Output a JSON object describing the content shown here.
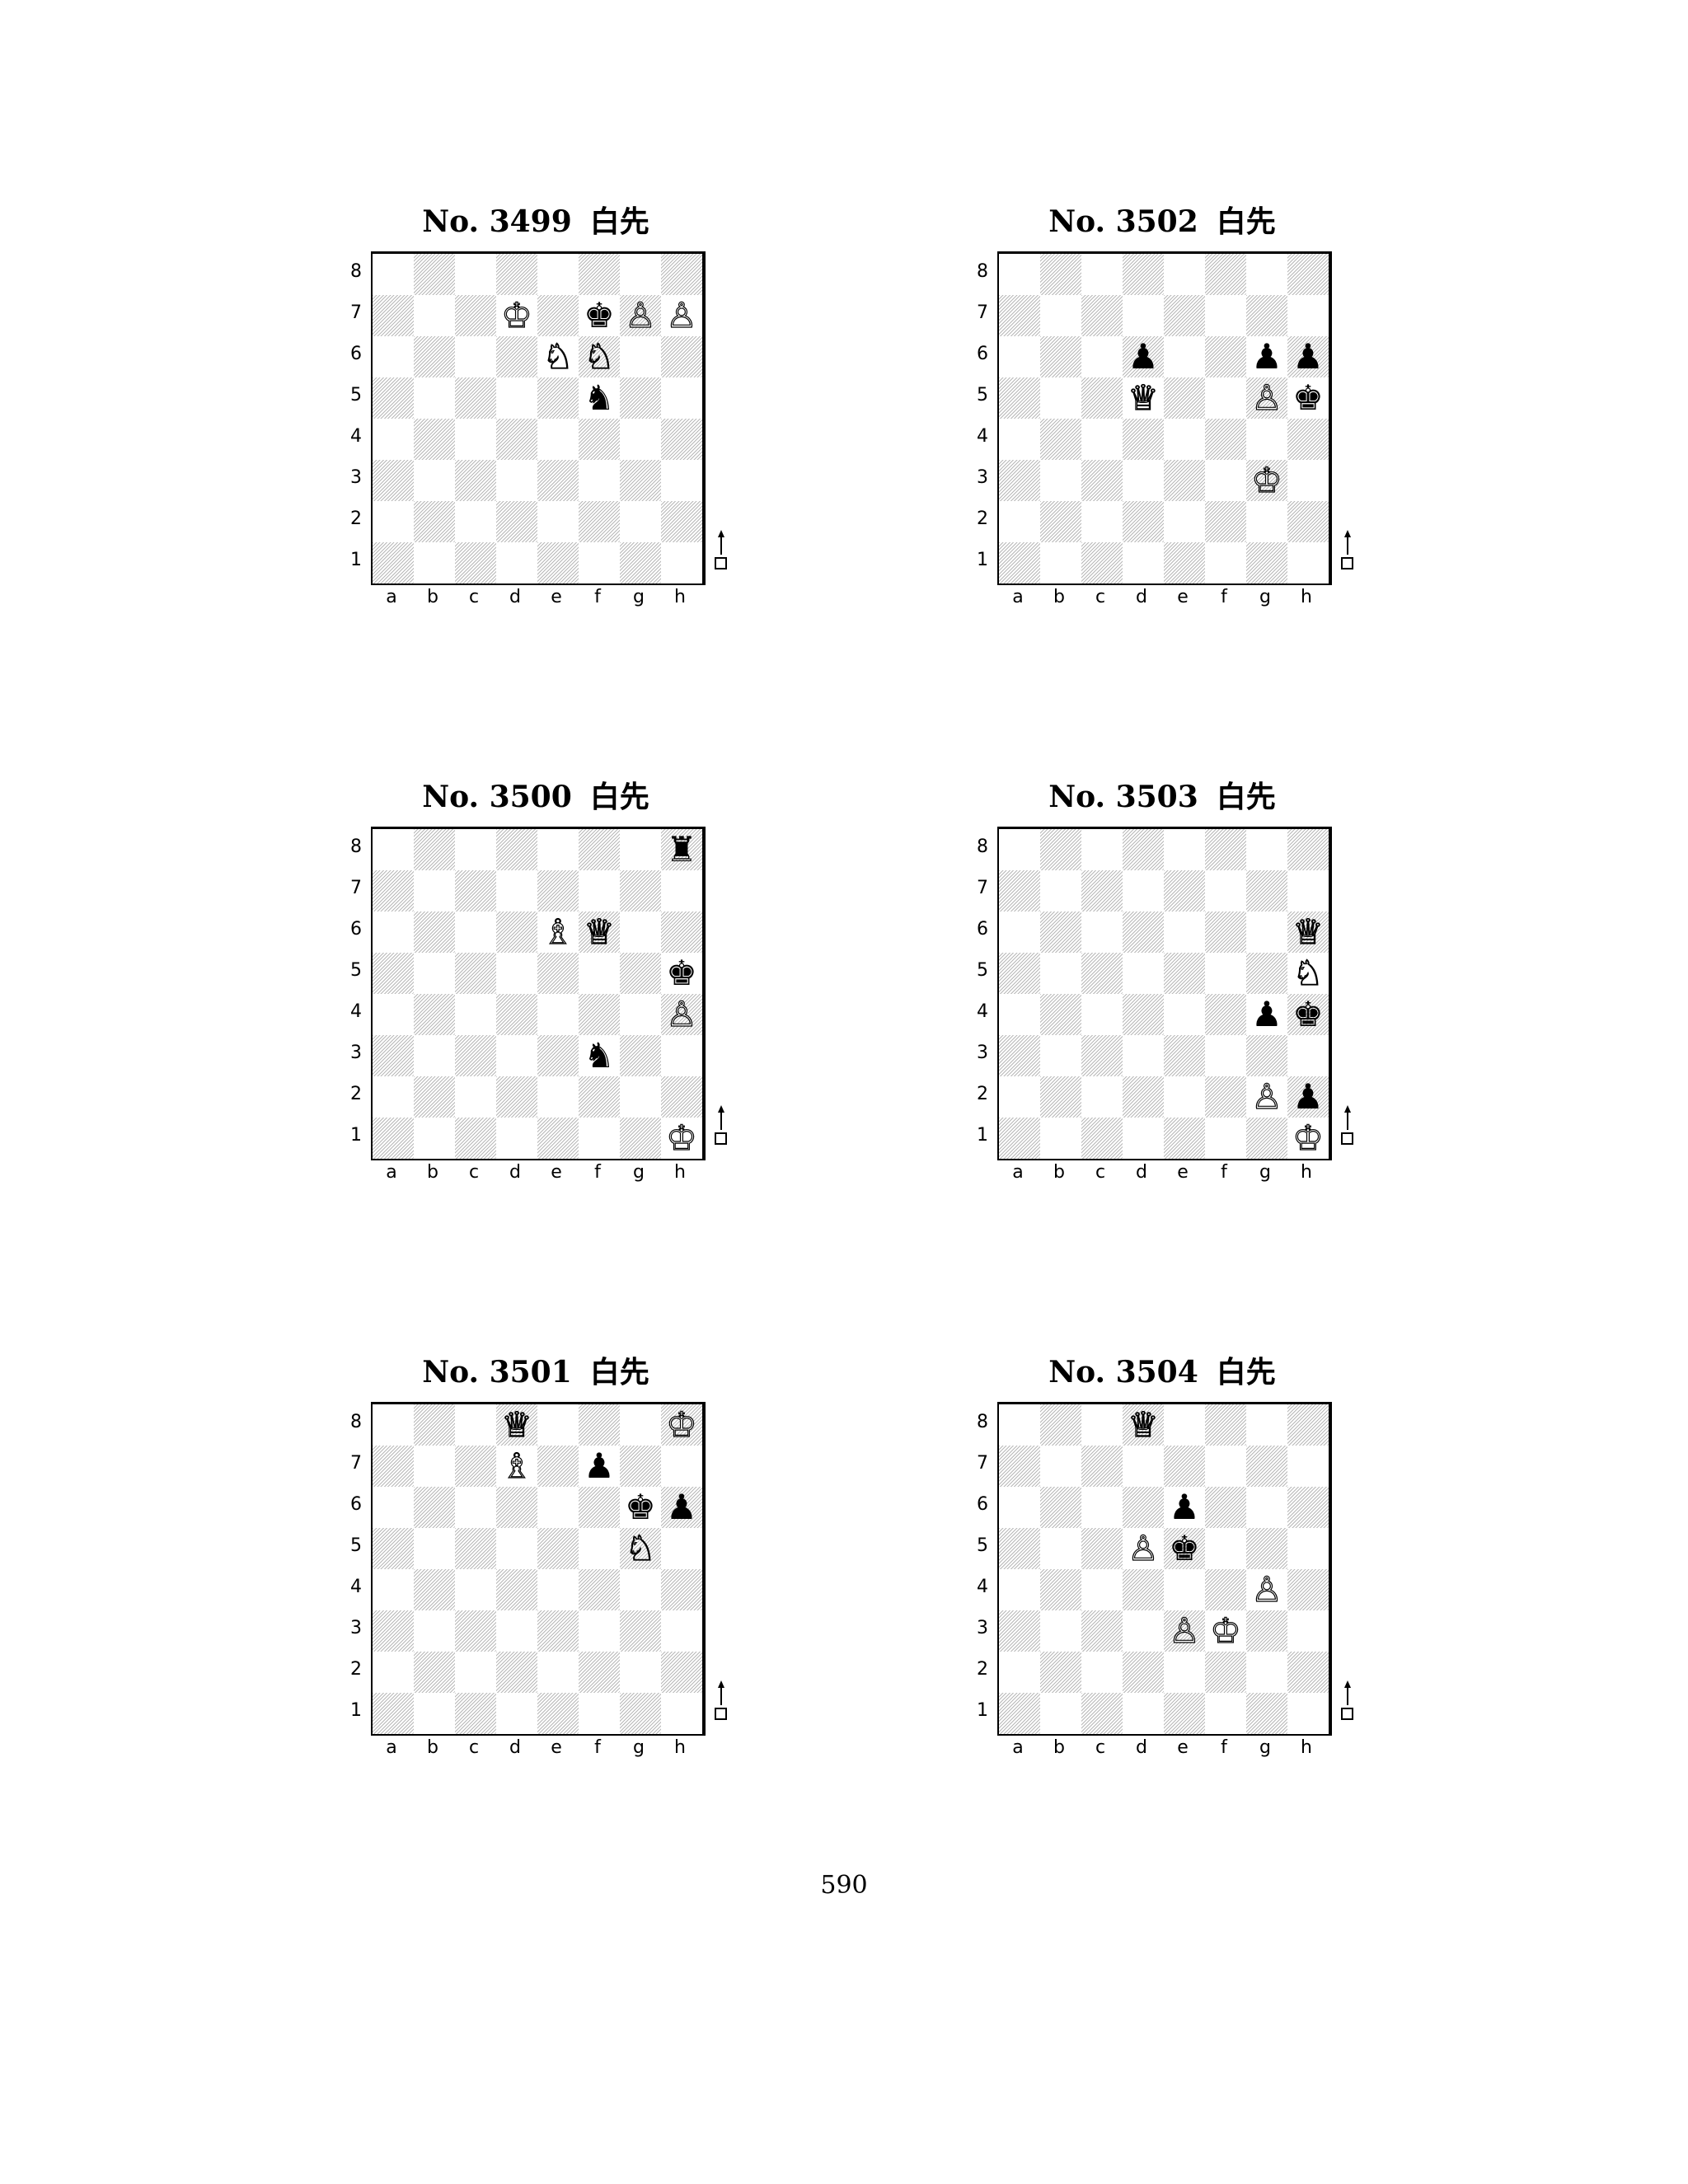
{
  "puzzles": [
    {
      "number": "No. 3499",
      "side": "白先",
      "pieces": [
        {
          "sq": "d7",
          "g": "♔",
          "c": "w"
        },
        {
          "sq": "f7",
          "g": "♚",
          "c": "b"
        },
        {
          "sq": "g7",
          "g": "♙",
          "c": "w"
        },
        {
          "sq": "h7",
          "g": "♙",
          "c": "w"
        },
        {
          "sq": "e6",
          "g": "♘",
          "c": "w"
        },
        {
          "sq": "f6",
          "g": "♘",
          "c": "w"
        },
        {
          "sq": "f5",
          "g": "♞",
          "c": "b"
        }
      ]
    },
    {
      "number": "No. 3502",
      "side": "白先",
      "pieces": [
        {
          "sq": "d6",
          "g": "♟",
          "c": "b"
        },
        {
          "sq": "g6",
          "g": "♟",
          "c": "b"
        },
        {
          "sq": "h6",
          "g": "♟",
          "c": "b"
        },
        {
          "sq": "d5",
          "g": "♕",
          "c": "w"
        },
        {
          "sq": "g5",
          "g": "♙",
          "c": "w"
        },
        {
          "sq": "h5",
          "g": "♚",
          "c": "b"
        },
        {
          "sq": "g3",
          "g": "♔",
          "c": "w"
        }
      ]
    },
    {
      "number": "No. 3500",
      "side": "白先",
      "pieces": [
        {
          "sq": "h8",
          "g": "♜",
          "c": "b"
        },
        {
          "sq": "e6",
          "g": "♗",
          "c": "w"
        },
        {
          "sq": "f6",
          "g": "♕",
          "c": "w"
        },
        {
          "sq": "h5",
          "g": "♚",
          "c": "b"
        },
        {
          "sq": "h4",
          "g": "♙",
          "c": "w"
        },
        {
          "sq": "f3",
          "g": "♞",
          "c": "b"
        },
        {
          "sq": "h1",
          "g": "♔",
          "c": "w"
        }
      ]
    },
    {
      "number": "No. 3503",
      "side": "白先",
      "pieces": [
        {
          "sq": "h6",
          "g": "♕",
          "c": "w"
        },
        {
          "sq": "h5",
          "g": "♘",
          "c": "w"
        },
        {
          "sq": "g4",
          "g": "♟",
          "c": "b"
        },
        {
          "sq": "h4",
          "g": "♚",
          "c": "b"
        },
        {
          "sq": "g2",
          "g": "♙",
          "c": "w"
        },
        {
          "sq": "h2",
          "g": "♟",
          "c": "b"
        },
        {
          "sq": "h1",
          "g": "♔",
          "c": "w"
        }
      ]
    },
    {
      "number": "No. 3501",
      "side": "白先",
      "pieces": [
        {
          "sq": "d8",
          "g": "♕",
          "c": "w"
        },
        {
          "sq": "h8",
          "g": "♔",
          "c": "w"
        },
        {
          "sq": "d7",
          "g": "♗",
          "c": "w"
        },
        {
          "sq": "f7",
          "g": "♟",
          "c": "b"
        },
        {
          "sq": "g6",
          "g": "♚",
          "c": "b"
        },
        {
          "sq": "h6",
          "g": "♟",
          "c": "b"
        },
        {
          "sq": "g5",
          "g": "♘",
          "c": "w"
        }
      ]
    },
    {
      "number": "No. 3504",
      "side": "白先",
      "pieces": [
        {
          "sq": "d8",
          "g": "♕",
          "c": "w"
        },
        {
          "sq": "e6",
          "g": "♟",
          "c": "b"
        },
        {
          "sq": "d5",
          "g": "♙",
          "c": "w"
        },
        {
          "sq": "e5",
          "g": "♚",
          "c": "b"
        },
        {
          "sq": "g4",
          "g": "♙",
          "c": "w"
        },
        {
          "sq": "e3",
          "g": "♙",
          "c": "w"
        },
        {
          "sq": "f3",
          "g": "♔",
          "c": "w"
        }
      ]
    }
  ],
  "files": [
    "a",
    "b",
    "c",
    "d",
    "e",
    "f",
    "g",
    "h"
  ],
  "ranks": [
    "8",
    "7",
    "6",
    "5",
    "4",
    "3",
    "2",
    "1"
  ],
  "page_number": "590"
}
